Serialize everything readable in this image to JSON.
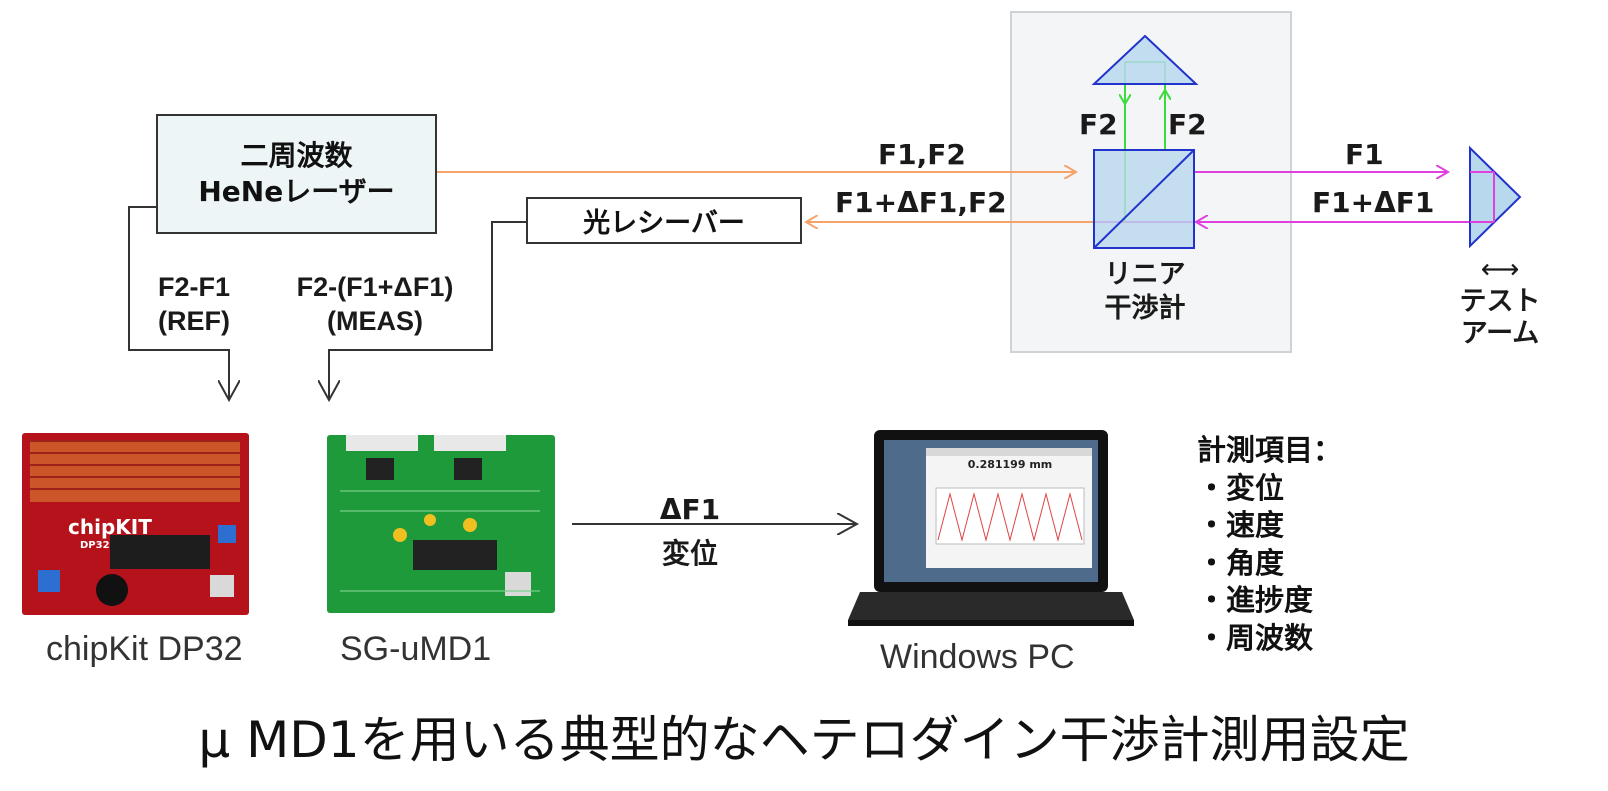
{
  "laser": {
    "line1": "二周波数",
    "line2": "HeNeレーザー"
  },
  "receiver": {
    "label": "光レシーバー"
  },
  "beam_labels": {
    "forward": "F1,F2",
    "return": "F1+ΔF1,F2",
    "f2_left": "F2",
    "f2_right": "F2",
    "test_forward": "F1",
    "test_return": "F1+ΔF1"
  },
  "interferometer": {
    "line1": "リニア",
    "line2": "干渉計"
  },
  "test_arm": {
    "arrow": "⟷",
    "line1": "テスト",
    "line2": "アーム"
  },
  "ref_signal": {
    "line1": "F2-F1",
    "line2": "(REF)"
  },
  "meas_signal": {
    "line1": "F2-(F1+ΔF1)",
    "line2": "(MEAS)"
  },
  "boards": {
    "chipkit": "chipKit DP32",
    "sgumd1": "SG-uMD1"
  },
  "link": {
    "line1": "ΔF1",
    "line2": "変位"
  },
  "pc": {
    "label": "Windows PC",
    "screen_value": "0.281199 mm"
  },
  "measurements": {
    "title": "計測項目：",
    "items": [
      "・変位",
      "・速度",
      "・角度",
      "・進捗度",
      "・周波数"
    ]
  },
  "title": "μ MD1を用いる典型的なヘテロダイン干渉計測用設定",
  "colors": {
    "beam_orange": "#f5a26b",
    "beam_magenta": "#e040e0",
    "beam_green": "#3ddc3d",
    "optic_fill": "#b8d8ee",
    "optic_stroke": "#2233cc",
    "chipkit_red": "#b5121b",
    "sgumd1_green": "#1f9a3a"
  }
}
